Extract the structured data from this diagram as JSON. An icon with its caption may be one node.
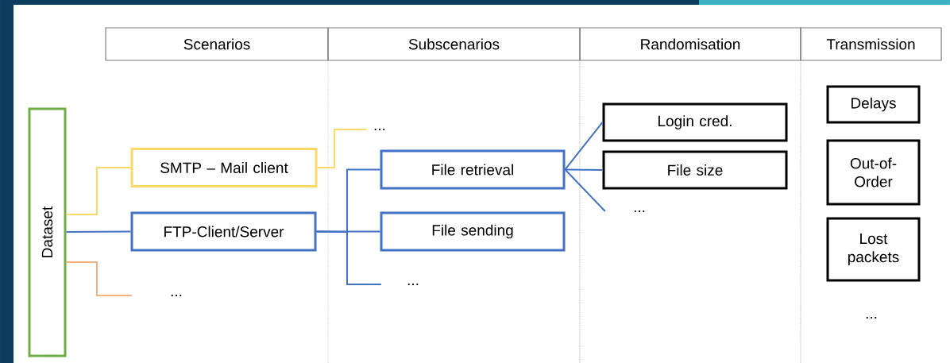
{
  "diagram": {
    "nodes": [
      {
        "text": [
          "Scenarios"
        ]
      },
      {
        "text": [
          "Subscenarios"
        ]
      },
      {
        "text": [
          "Randomisation"
        ]
      },
      {
        "text": [
          "Transmission"
        ]
      },
      {
        "text": [
          "Dataset"
        ]
      },
      {
        "text": [
          "SMTP – Mail client"
        ]
      },
      {
        "text": [
          "FTP-Client/Server"
        ]
      },
      {
        "text": [
          "..."
        ]
      },
      {
        "text": [
          "..."
        ]
      },
      {
        "text": [
          "File retrieval"
        ]
      },
      {
        "text": [
          "File sending"
        ]
      },
      {
        "text": [
          "..."
        ]
      },
      {
        "text": [
          "Login cred."
        ]
      },
      {
        "text": [
          "File size"
        ]
      },
      {
        "text": [
          "..."
        ]
      },
      {
        "text": [
          "Delays"
        ]
      },
      {
        "text": [
          "Out-of-Order"
        ]
      },
      {
        "text": [
          "Lost packets"
        ]
      }
    ],
    "edges": [
      {
        "from": 4,
        "to": 5,
        "arrow": "none",
        "color": "#ffd966"
      },
      {
        "from": 4,
        "to": 6,
        "arrow": "none"
      },
      {
        "from": 4,
        "to": 7,
        "arrow": "none",
        "color": "#f4b183"
      },
      {
        "from": 5,
        "to": 8,
        "arrow": "none",
        "color": "#ffd966"
      },
      {
        "from": 6,
        "to": 9,
        "arrow": "none"
      },
      {
        "from": 6,
        "to": 10,
        "arrow": "none"
      },
      {
        "from": 6,
        "to": 11,
        "arrow": "none"
      },
      {
        "from": 9,
        "to": 12,
        "arrow": "none"
      },
      {
        "from": 9,
        "to": 13,
        "arrow": "none"
      },
      {
        "from": 9,
        "to": 14,
        "arrow": "none"
      }
    ],
    "labels": [
      "..."
    ]
  }
}
